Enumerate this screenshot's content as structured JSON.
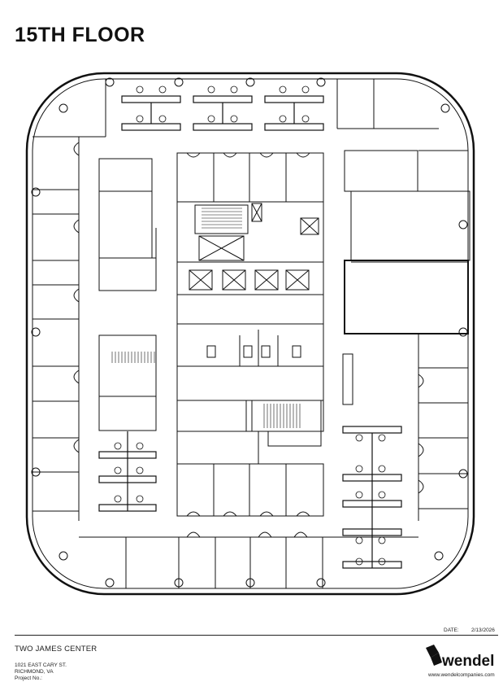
{
  "floor_title": "15TH FLOOR",
  "footer": {
    "date_label": "DATE:",
    "date_value": "2/13/2026",
    "building_name": "TWO JAMES CENTER",
    "address_line1": "1021 EAST CARY ST.",
    "address_line2": "RICHMOND, VA",
    "project_label": "Project No.:",
    "brand": "wendel",
    "website": "www.wendelcompanies.com"
  },
  "icons": {
    "logo": "wendel-logo-mark",
    "elevator": "elevator-x-icon",
    "stair": "stair-hatch-icon",
    "column": "column-circle-icon"
  },
  "colors": {
    "ink": "#111111",
    "background": "#ffffff"
  }
}
